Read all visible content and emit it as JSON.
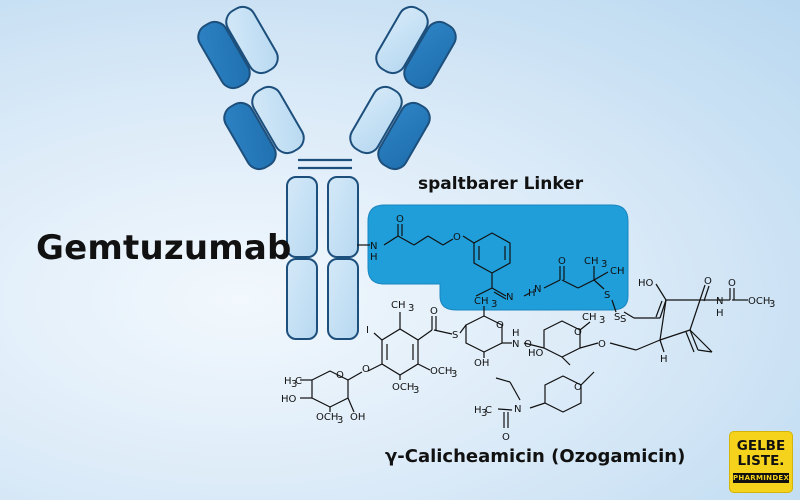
{
  "antibody_name": "Gemtuzumab",
  "linker_label": "spaltbarer Linker",
  "payload_label": "γ-Calicheamicin (Ozogamicin)",
  "logo": {
    "line1": "GELBE",
    "line2": "LISTE.",
    "line3": "PHARMINDEX"
  },
  "structure_atoms": {
    "linker_nh": "N",
    "linker_h": "H",
    "amide_o": "O",
    "ether_o": "O",
    "hydrazone_n1": "N",
    "hydrazone_n2": "N",
    "hydrazone_h": "H",
    "ketone_o": "O",
    "gem_ch3_top": "CH",
    "gem_ch3_sub": "3",
    "gem_ch3_right": "CH",
    "disulfide_s1": "S",
    "disulfide_s2": "S",
    "aryl_ch3": "CH",
    "aryl_ch3_sub": "3",
    "iodo": "I",
    "thioester_s": "S",
    "thioester_o": "O",
    "aryl_och3_1": "OCH",
    "aryl_och3_1_sub": "3",
    "aryl_och3_2": "OCH",
    "aryl_och3_2_sub": "3",
    "aryl_o": "O",
    "sugar1_h3c": "H",
    "sugar1_h3c_sub": "3",
    "sugar1_h3c_c": "C",
    "sugar1_ring_o": "O",
    "sugar1_ho": "HO",
    "sugar1_och3": "OCH",
    "sugar1_och3_sub": "3",
    "sugar1_oh": "OH",
    "sugar2_ch3": "CH",
    "sugar2_ch3_sub": "3",
    "sugar2_ring_o": "O",
    "sugar2_oh": "OH",
    "sugar2_o_link": "O",
    "sugar2_n": "N",
    "sugar2_h": "H",
    "sugar3_ch3": "CH",
    "sugar3_ch3_sub": "3",
    "sugar3_ring_o": "O",
    "sugar3_ho": "HO",
    "sugar3_o": "O",
    "sugar4_ring_o": "O",
    "sugar4_n": "N",
    "acetyl_h3c": "H",
    "acetyl_h3c_sub": "3",
    "acetyl_c": "C",
    "acetyl_o": "O",
    "core_ho": "HO",
    "core_o": "O",
    "core_s": "S",
    "carbamate_n": "N",
    "carbamate_h": "H",
    "carbamate_o1": "O",
    "carbamate_och3": "OCH",
    "carbamate_och3_sub": "3",
    "core_h": "H"
  }
}
